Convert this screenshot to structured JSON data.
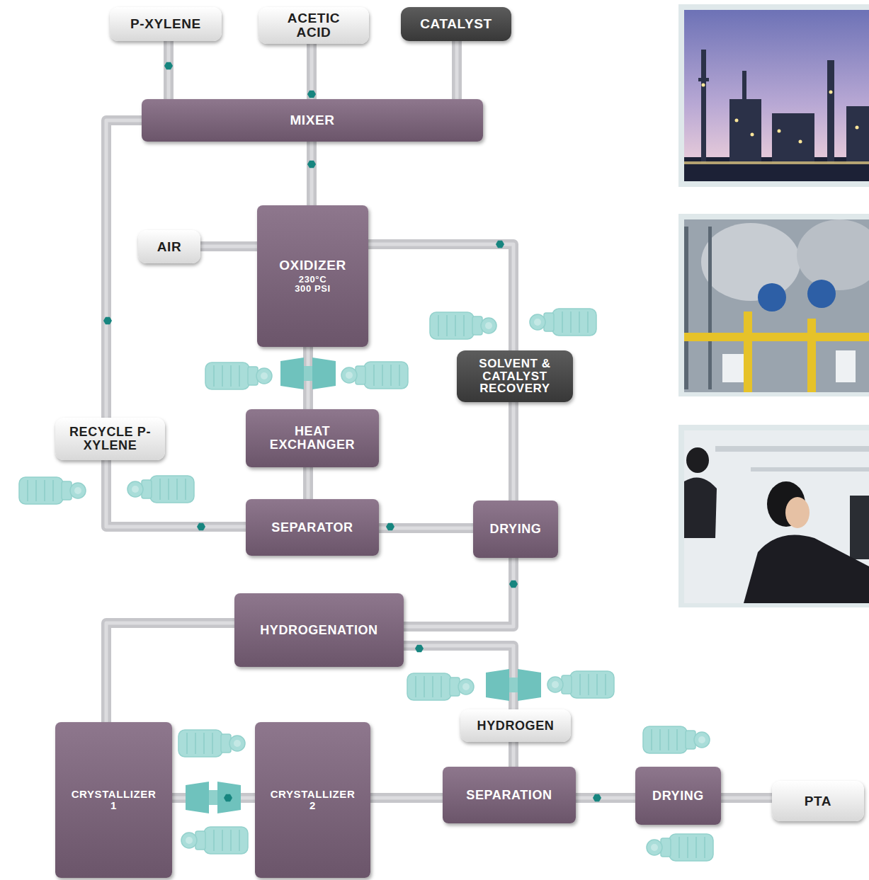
{
  "diagram": {
    "nodes": [
      {
        "text": [
          "P-XYLENE"
        ]
      },
      {
        "text": [
          "ACETIC ACID"
        ]
      },
      {
        "text": [
          "CATALYST"
        ]
      },
      {
        "text": [
          "MIXER"
        ]
      },
      {
        "text": [
          "AIR"
        ]
      },
      {
        "text": [
          "OXIDIZER",
          "230°C 300 PSI"
        ]
      },
      {
        "text": [
          "SOLVENT & CATALYST RECOVERY"
        ]
      },
      {
        "text": [
          "RECYCLE P-XYLENE"
        ]
      },
      {
        "text": [
          "HEAT EXCHANGER"
        ]
      },
      {
        "text": [
          "SEPARATOR"
        ]
      },
      {
        "text": [
          "DRYING"
        ]
      },
      {
        "text": [
          "HYDROGENATION"
        ]
      },
      {
        "text": [
          "HYDROGEN"
        ]
      },
      {
        "text": [
          "CRYSTALLIZER 1"
        ]
      },
      {
        "text": [
          "CRYSTALLIZER 2"
        ]
      },
      {
        "text": [
          "SEPARATION"
        ]
      },
      {
        "text": [
          "DRYING"
        ]
      },
      {
        "text": [
          "PTA"
        ]
      }
    ],
    "edges": [
      {
        "from": 0,
        "to": 3,
        "arrow": "none"
      },
      {
        "from": 1,
        "to": 3,
        "arrow": "none"
      },
      {
        "from": 2,
        "to": 3,
        "arrow": "none"
      },
      {
        "from": 3,
        "to": 5,
        "arrow": "none"
      },
      {
        "from": 4,
        "to": 5,
        "arrow": "none"
      },
      {
        "from": 5,
        "to": 8,
        "arrow": "none"
      },
      {
        "from": 8,
        "to": 9,
        "arrow": "none"
      },
      {
        "from": 9,
        "to": 7,
        "arrow": "none"
      },
      {
        "from": 7,
        "to": 3,
        "arrow": "none"
      },
      {
        "from": 5,
        "to": 6,
        "arrow": "none"
      },
      {
        "from": 6,
        "to": 10,
        "arrow": "none"
      },
      {
        "from": 9,
        "to": 10,
        "arrow": "none"
      },
      {
        "from": 10,
        "to": 11,
        "arrow": "none"
      },
      {
        "from": 12,
        "to": 11,
        "arrow": "none"
      },
      {
        "from": 11,
        "to": 13,
        "arrow": "none"
      },
      {
        "from": 13,
        "to": 14,
        "arrow": "none"
      },
      {
        "from": 14,
        "to": 15,
        "arrow": "none"
      },
      {
        "from": 12,
        "to": 15,
        "arrow": "none"
      },
      {
        "from": 15,
        "to": 16,
        "arrow": "none"
      },
      {
        "from": 16,
        "to": 17,
        "arrow": "none"
      }
    ]
  }
}
